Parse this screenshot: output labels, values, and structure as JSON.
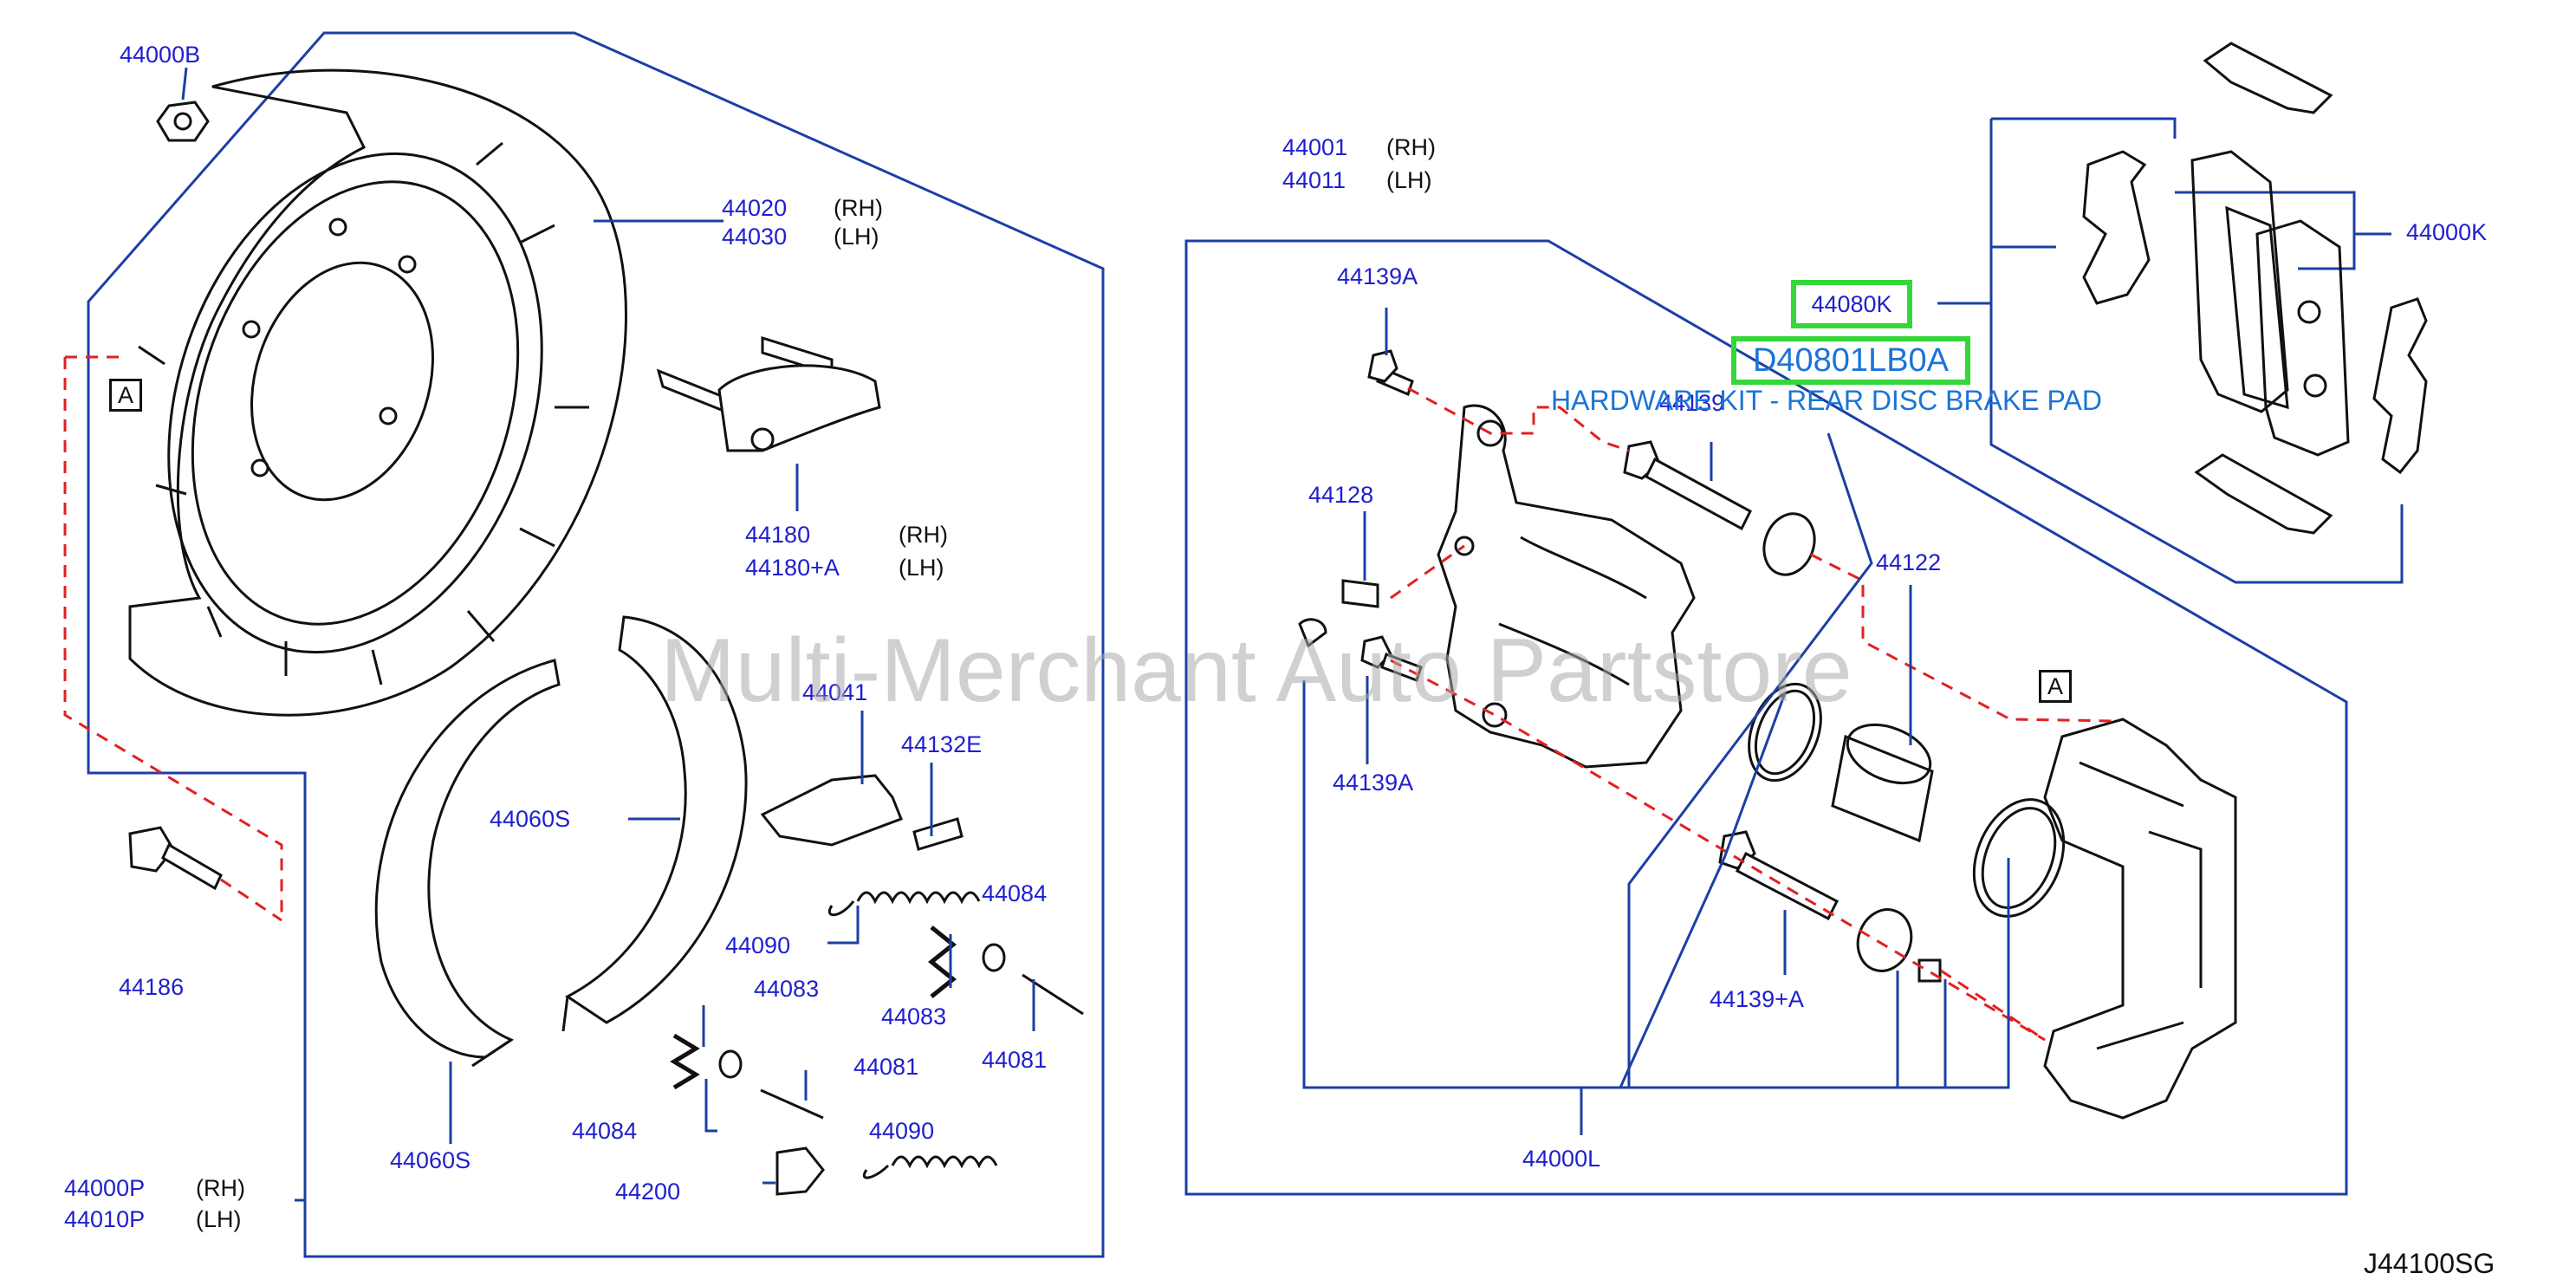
{
  "diagram": {
    "diagram_ref": "J44100SG",
    "watermark": "Multi-Merchant Auto Partstore",
    "rh": "(RH)",
    "lh": "(LH)",
    "ref_box": "A",
    "parts_left": {
      "p44000B": "44000B",
      "p44020": "44020",
      "p44030": "44030",
      "p44180": "44180",
      "p44180A": "44180+A",
      "p44041": "44041",
      "p44132E": "44132E",
      "p44060S_top": "44060S",
      "p44060S_bottom": "44060S",
      "p44090_top": "44090",
      "p44090_bottom": "44090",
      "p44084_right": "44084",
      "p44084_left": "44084",
      "p44083_top": "44083",
      "p44083_right": "44083",
      "p44081_mid": "44081",
      "p44081_right": "44081",
      "p44186": "44186",
      "p44200": "44200",
      "p44000P": "44000P",
      "p44010P": "44010P"
    },
    "parts_right": {
      "p44001": "44001",
      "p44011": "44011",
      "p44139A_top": "44139A",
      "p44139": "44139",
      "p44128": "44128",
      "p44139A_bottom": "44139A",
      "p44122": "44122",
      "p44139plusA": "44139+A",
      "p44000L": "44000L",
      "p44000K": "44000K"
    },
    "highlight": {
      "part_number": "44080K",
      "oem_number": "D40801LB0A",
      "description": "HARDWARE KIT - REAR DISC BRAKE PAD"
    }
  }
}
